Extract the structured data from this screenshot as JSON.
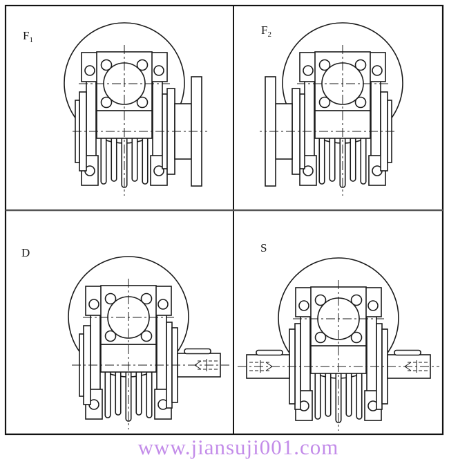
{
  "panels": [
    {
      "id": "F1",
      "label": "F",
      "subscript": "1",
      "mount_type": "output flange on right side"
    },
    {
      "id": "F2",
      "label": "F",
      "subscript": "2",
      "mount_type": "output flange on left side"
    },
    {
      "id": "D",
      "label": "D",
      "subscript": "",
      "mount_type": "single output shaft on right side"
    },
    {
      "id": "S",
      "label": "S",
      "subscript": "",
      "mount_type": "double output shaft on both sides"
    },
    {
      "id": "subject",
      "label": "worm gear speed reducer, front view"
    }
  ],
  "watermark": {
    "text": "www.jiansuji001.com",
    "color": "#c38ce9"
  },
  "colors": {
    "line": "#1a1a1a",
    "background": "#ffffff",
    "outer_border": "#121212",
    "vertical_divider": "#161616",
    "horizontal_divider": "#555555",
    "watermark": "#c38ce9"
  }
}
